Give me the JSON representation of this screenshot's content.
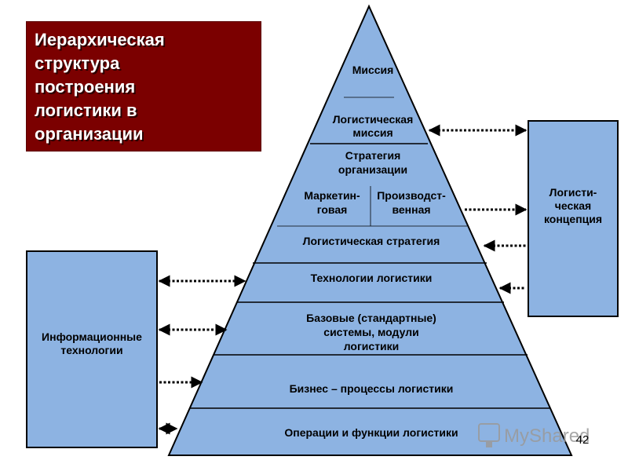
{
  "title": "Иерархическая\nструктура\nпостроения\nлогистики в\nорганизации",
  "left_box": {
    "label": "Информационные\nтехнологии"
  },
  "right_box": {
    "label": "Логисти-\nческая\nконцепция"
  },
  "pyramid": {
    "mission": "Миссия",
    "logistic_mission_1": "Логистическая",
    "logistic_mission_2": "миссия",
    "org_strategy_1": "Стратегия",
    "org_strategy_2": "организации",
    "marketing_1": "Маркетин-",
    "marketing_2": "говая",
    "production_1": "Производст-",
    "production_2": "венная",
    "logistic_strategy": "Логистическая стратегия",
    "technologies": "Технологии логистики",
    "base_systems_1": "Базовые (стандартные)",
    "base_systems_2": "системы, модули",
    "base_systems_3": "логистики",
    "business_processes": "Бизнес – процессы логистики",
    "operations": "Операции и функции логистики"
  },
  "colors": {
    "title_bg": "#7b0000",
    "pyramid_fill": "#8db3e2",
    "box_fill": "#8db3e2"
  },
  "watermark": "MyShared",
  "page_number": "42"
}
